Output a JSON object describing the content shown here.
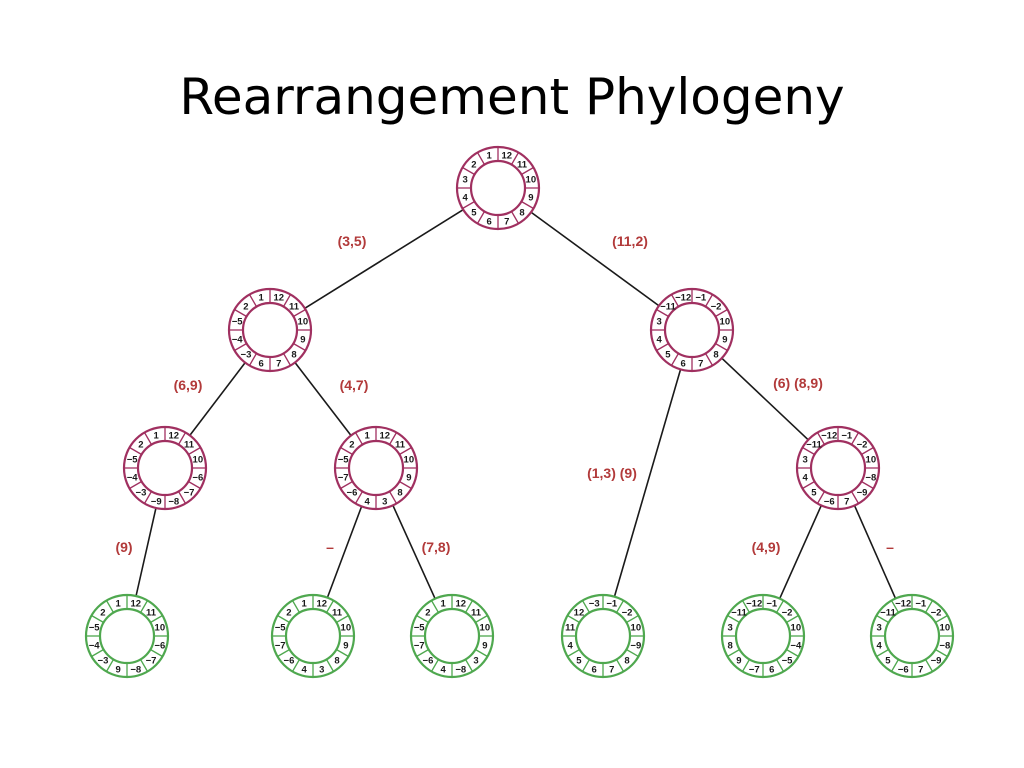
{
  "title": "Rearrangement Phylogeny",
  "colors": {
    "internal_node": "#a03060",
    "leaf_node": "#4fa84f",
    "edge": "#1a1a1a",
    "label": "#b23a3a"
  },
  "nodes": [
    {
      "id": "root",
      "kind": "internal",
      "genes": [
        "1",
        "12",
        "11",
        "10",
        "9",
        "8",
        "7",
        "6",
        "5",
        "4",
        "3",
        "2"
      ]
    },
    {
      "id": "n1",
      "kind": "internal",
      "genes": [
        "1",
        "12",
        "11",
        "10",
        "9",
        "8",
        "7",
        "6",
        "−3",
        "−4",
        "−5",
        "2"
      ]
    },
    {
      "id": "n2",
      "kind": "internal",
      "genes": [
        "−12",
        "−1",
        "−2",
        "10",
        "9",
        "8",
        "7",
        "6",
        "5",
        "4",
        "3",
        "−11"
      ]
    },
    {
      "id": "n3",
      "kind": "internal",
      "genes": [
        "1",
        "12",
        "11",
        "10",
        "−6",
        "−7",
        "−8",
        "−9",
        "−3",
        "−4",
        "−5",
        "2"
      ]
    },
    {
      "id": "n4",
      "kind": "internal",
      "genes": [
        "1",
        "12",
        "11",
        "10",
        "9",
        "8",
        "3",
        "4",
        "−6",
        "−7",
        "−5",
        "2"
      ]
    },
    {
      "id": "n5",
      "kind": "internal",
      "genes": [
        "−12",
        "−1",
        "−2",
        "10",
        "−8",
        "−9",
        "7",
        "−6",
        "5",
        "4",
        "3",
        "−11"
      ]
    },
    {
      "id": "l1",
      "kind": "leaf",
      "genes": [
        "1",
        "12",
        "11",
        "10",
        "−6",
        "−7",
        "−8",
        "9",
        "−3",
        "−4",
        "−5",
        "2"
      ]
    },
    {
      "id": "l2",
      "kind": "leaf",
      "genes": [
        "1",
        "12",
        "11",
        "10",
        "9",
        "8",
        "3",
        "4",
        "−6",
        "−7",
        "−5",
        "2"
      ]
    },
    {
      "id": "l3",
      "kind": "leaf",
      "genes": [
        "1",
        "12",
        "11",
        "10",
        "9",
        "3",
        "−8",
        "4",
        "−6",
        "−7",
        "−5",
        "2"
      ]
    },
    {
      "id": "l4",
      "kind": "leaf",
      "genes": [
        "−3",
        "−1",
        "−2",
        "10",
        "−9",
        "8",
        "7",
        "6",
        "5",
        "4",
        "11",
        "12"
      ]
    },
    {
      "id": "l5",
      "kind": "leaf",
      "genes": [
        "−12",
        "−1",
        "−2",
        "10",
        "−4",
        "−5",
        "6",
        "−7",
        "9",
        "8",
        "3",
        "−11"
      ]
    },
    {
      "id": "l6",
      "kind": "leaf",
      "genes": [
        "−12",
        "−1",
        "−2",
        "10",
        "−8",
        "−9",
        "7",
        "−6",
        "5",
        "4",
        "3",
        "−11"
      ]
    }
  ],
  "edges": [
    {
      "from": "root",
      "to": "n1",
      "label": "(3,5)"
    },
    {
      "from": "root",
      "to": "n2",
      "label": "(11,2)"
    },
    {
      "from": "n1",
      "to": "n3",
      "label": "(6,9)"
    },
    {
      "from": "n1",
      "to": "n4",
      "label": "(4,7)"
    },
    {
      "from": "n2",
      "to": "l4",
      "label": "(1,3) (9)"
    },
    {
      "from": "n2",
      "to": "n5",
      "label": "(6) (8,9)"
    },
    {
      "from": "n3",
      "to": "l1",
      "label": "(9)"
    },
    {
      "from": "n4",
      "to": "l2",
      "label": "–"
    },
    {
      "from": "n4",
      "to": "l3",
      "label": "(7,8)"
    },
    {
      "from": "n5",
      "to": "l5",
      "label": "(4,9)"
    },
    {
      "from": "n5",
      "to": "l6",
      "label": "–"
    }
  ]
}
